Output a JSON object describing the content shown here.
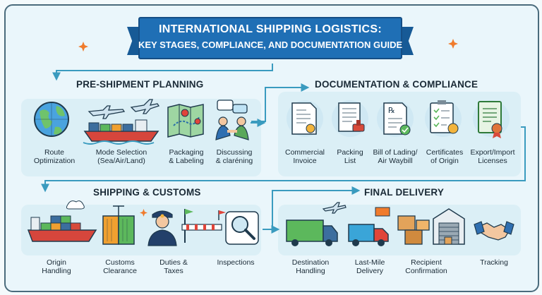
{
  "banner": {
    "line1": "INTERNATIONAL SHIPPING LOGISTICS:",
    "line2": "KEY STAGES, COMPLIANCE, AND DOCUMENTATION GUIDE"
  },
  "sections": {
    "pre_shipment": {
      "title": "PRE-SHIPMENT PLANNING",
      "items": [
        {
          "l1": "Route",
          "l2": "Optimization",
          "icon": "globe-icon"
        },
        {
          "l1": "Mode Selection",
          "l2": "(Sea/Air/Land)",
          "icon": "ship-plane-icon"
        },
        {
          "l1": "Packaging",
          "l2": "& Labeling",
          "icon": "map-icon"
        },
        {
          "l1": "Discussing",
          "l2": "& claréning",
          "icon": "handshake-people-icon"
        }
      ]
    },
    "documentation": {
      "title": "DOCUMENTATION & COMPLIANCE",
      "items": [
        {
          "l1": "Commercial",
          "l2": "Invoice",
          "icon": "invoice-icon"
        },
        {
          "l1": "Packing",
          "l2": "List",
          "icon": "packing-list-icon"
        },
        {
          "l1": "Bill of Lading/",
          "l2": "Air Waybill",
          "icon": "bill-of-lading-icon"
        },
        {
          "l1": "Certificates",
          "l2": "of Origin",
          "icon": "certificate-icon"
        },
        {
          "l1": "Export/Import",
          "l2": "Licenses",
          "icon": "license-icon"
        }
      ]
    },
    "shipping_customs": {
      "title": "SHIPPING & CUSTOMS",
      "items": [
        {
          "l1": "Origin",
          "l2": "Handling",
          "icon": "container-ship-icon"
        },
        {
          "l1": "Customs",
          "l2": "Clearance",
          "icon": "containers-icon"
        },
        {
          "l1": "Duties &",
          "l2": "Taxes",
          "icon": "officer-icon"
        },
        {
          "l1": "Inspections",
          "l2": "",
          "icon": "magnifier-icon"
        }
      ]
    },
    "final_delivery": {
      "title": "FINAL DELIVERY",
      "items": [
        {
          "l1": "Destination",
          "l2": "Handling",
          "icon": "truck-icon"
        },
        {
          "l1": "Last-Mile",
          "l2": "Delivery",
          "icon": "delivery-van-icon"
        },
        {
          "l1": "Recipient",
          "l2": "Confirmation",
          "icon": "boxes-icon"
        },
        {
          "l1": "Tracking",
          "l2": "",
          "icon": "handshake-icon"
        }
      ]
    }
  },
  "colors": {
    "banner": "#1f6fb5",
    "connector": "#3a9bbf",
    "accent_orange": "#f07b2c",
    "green": "#5cb85c"
  }
}
